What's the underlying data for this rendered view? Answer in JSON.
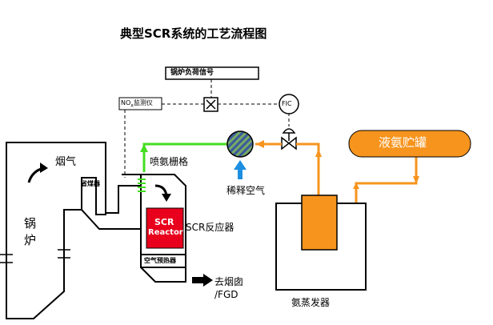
{
  "title": "典型SCR系统的工艺流程图",
  "signal": {
    "load_signal": "锅炉负荷信号",
    "nox_meter_prefix": "NO",
    "nox_meter_sub": "x",
    "nox_meter_suffix": "监测仪",
    "flow_controller": "FIC"
  },
  "boiler": {
    "label_line1": "锅",
    "label_line2": "炉",
    "flue_gas": "烟气",
    "economizer": "省煤器"
  },
  "scr": {
    "ammonia_grid": "喷氨栅格",
    "reactor_line1": "SCR",
    "reactor_line2": "Reactor",
    "reactor_caption": "SCR反应器",
    "air_preheater": "空气预热器",
    "to_fgd_line1": "去烟囱",
    "to_fgd_line2": "/FGD"
  },
  "ammonia": {
    "dilution_air": "稀释空气",
    "storage_tank": "液氨贮罐",
    "evaporator": "氨蒸发器"
  },
  "colors": {
    "ammonia_line": "#f7941d",
    "diluted_line": "#44dd22",
    "reactor": "#e8001c",
    "air_arrow": "#1c8fe0",
    "mixer_fill": "#77aa66",
    "mixer_stripe": "#3a5a9a"
  }
}
